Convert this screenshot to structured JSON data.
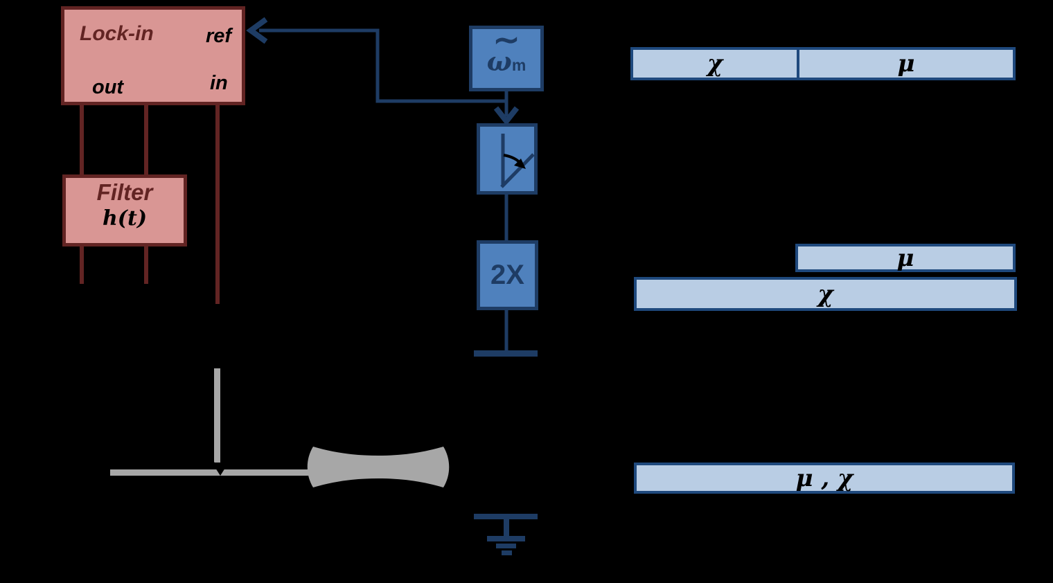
{
  "palette": {
    "background": "#000000",
    "red_fill": "#d99694",
    "red_dark": "#622423",
    "blue_fill": "#4f81bd",
    "blue_dark": "#1e3c64",
    "lightbar_fill": "#b9cde4",
    "lightbar_border": "#1f497d",
    "gray": "#a7a7a7",
    "label_black": "#000000"
  },
  "lockin": {
    "title": "Lock-in",
    "port_ref": "ref",
    "port_in": "in",
    "port_out": "out"
  },
  "filter": {
    "title": "Filter",
    "formula": "h(t)"
  },
  "oscillator": {
    "tilde": "∼",
    "omega": "ω",
    "subscript": "m"
  },
  "doubler": {
    "label": "2X"
  },
  "bars": {
    "top": {
      "segments": [
        {
          "label": "χ"
        },
        {
          "label": "μ"
        }
      ]
    },
    "mu": {
      "label": "μ"
    },
    "chi": {
      "label": "χ"
    },
    "bottom": {
      "label": "μ , χ"
    }
  }
}
